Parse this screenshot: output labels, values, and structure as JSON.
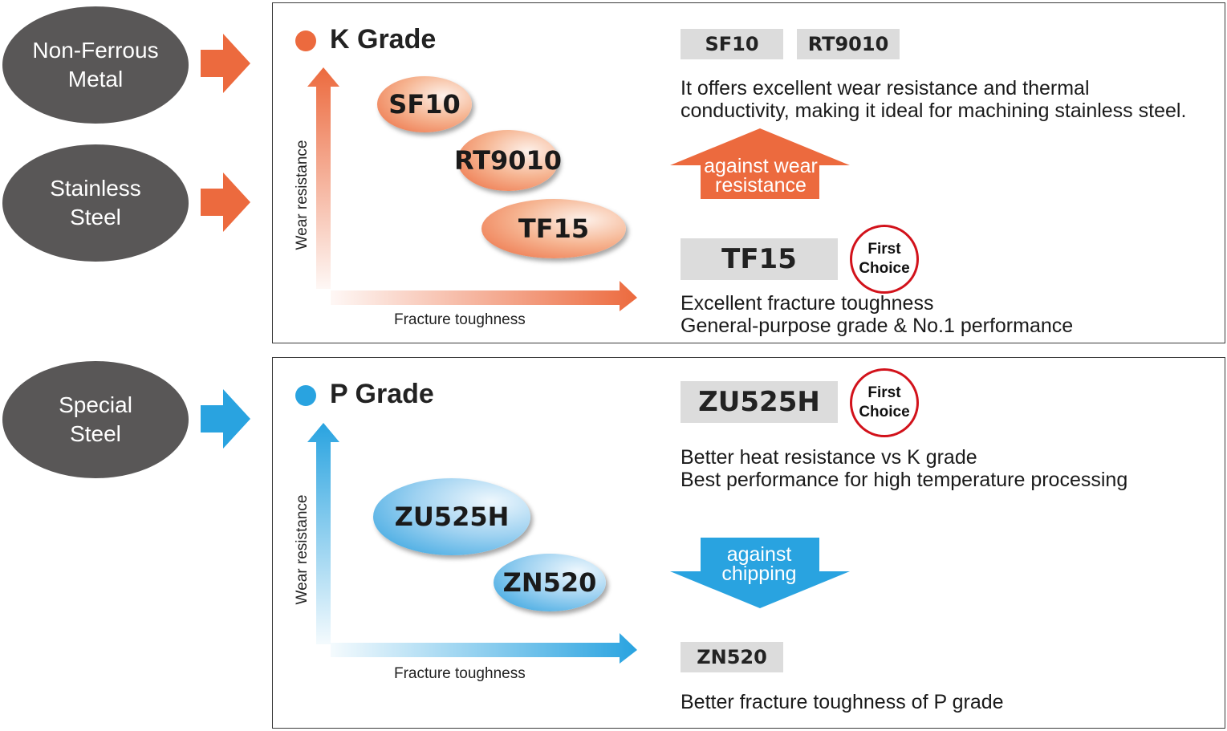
{
  "materials": {
    "non_ferrous": "Non-Ferrous\nMetal",
    "stainless": "Stainless\nSteel",
    "special": "Special\nSteel"
  },
  "colors": {
    "k_accent": "#ec6a3e",
    "p_accent": "#29a3e0",
    "material_fill": "#595757",
    "badge_ring": "#d2121b",
    "tag_fill": "#dcdcdc"
  },
  "k_grade": {
    "title": "K Grade",
    "y_axis": "Wear resistance",
    "x_axis": "Fracture toughness",
    "bubbles": [
      "SF10",
      "RT9010",
      "TF15"
    ],
    "top_tags": [
      "SF10",
      "RT9010"
    ],
    "top_desc_line1": "It offers excellent wear resistance and thermal",
    "top_desc_line2": "conductivity, making it ideal for machining stainless steel.",
    "arrow_text": "against wear\nresistance",
    "main_tag": "TF15",
    "badge": "First\nChoice",
    "main_desc_line1": "Excellent fracture toughness",
    "main_desc_line2": "General-purpose grade & No.1 performance"
  },
  "p_grade": {
    "title": "P Grade",
    "y_axis": "Wear resistance",
    "x_axis": "Fracture toughness",
    "bubbles": [
      "ZU525H",
      "ZN520"
    ],
    "main_tag": "ZU525H",
    "badge": "First\nChoice",
    "main_desc_line1": "Better heat resistance vs K grade",
    "main_desc_line2": "Best performance for high temperature processing",
    "arrow_text": "against\nchipping",
    "bottom_tag": "ZN520",
    "bottom_desc": "Better fracture toughness of P grade"
  }
}
